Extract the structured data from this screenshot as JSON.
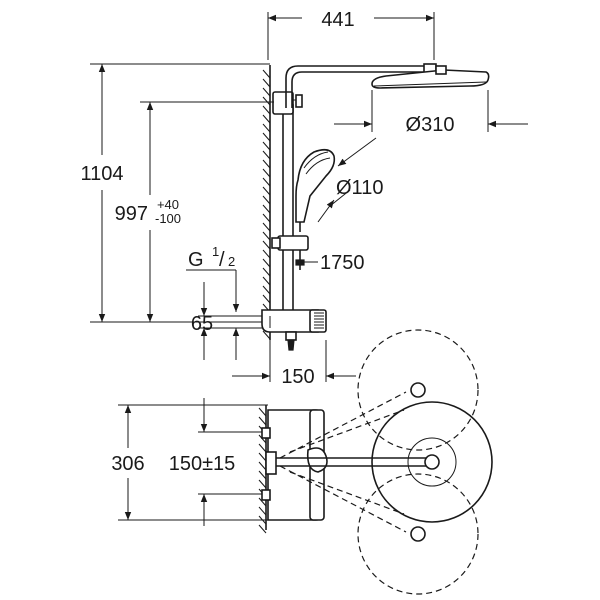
{
  "dimensions": {
    "width_top": "441",
    "height_total": "1104",
    "height_arm": "997",
    "height_tol_plus": "+40",
    "height_tol_minus": "-100",
    "thread_prefix": "G",
    "thread_num": "1",
    "thread_den": "2",
    "thread_sep": "/",
    "diameter_head": "Ø310",
    "diameter_hand": "Ø110",
    "hose_length": "1750",
    "valve_offset": "65",
    "valve_depth": "150",
    "plan_height": "306",
    "plan_center": "150±15"
  }
}
